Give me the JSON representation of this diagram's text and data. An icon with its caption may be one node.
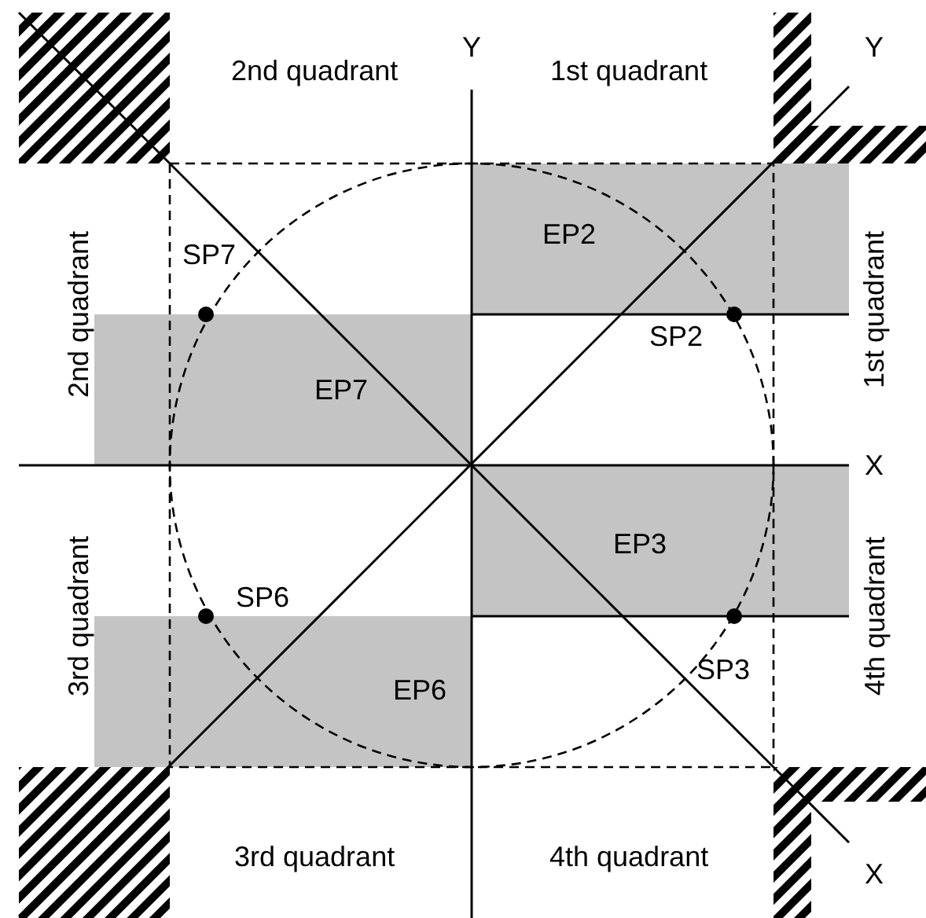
{
  "diagram": {
    "nodes": [
      {
        "text": [
          "EP2"
        ]
      },
      {
        "text": [
          "EP7"
        ]
      },
      {
        "text": [
          "EP3"
        ]
      },
      {
        "text": [
          "EP6"
        ]
      }
    ],
    "labels": [
      "2nd quadrant",
      "Y",
      "1st quadrant",
      "Y",
      "SP7",
      "2nd quadrant",
      "1st quadrant",
      "SP2",
      "X",
      "SP6",
      "3rd quadrant",
      "4th quadrant",
      "SP3",
      "3rd quadrant",
      "4th quadrant",
      "X"
    ]
  }
}
